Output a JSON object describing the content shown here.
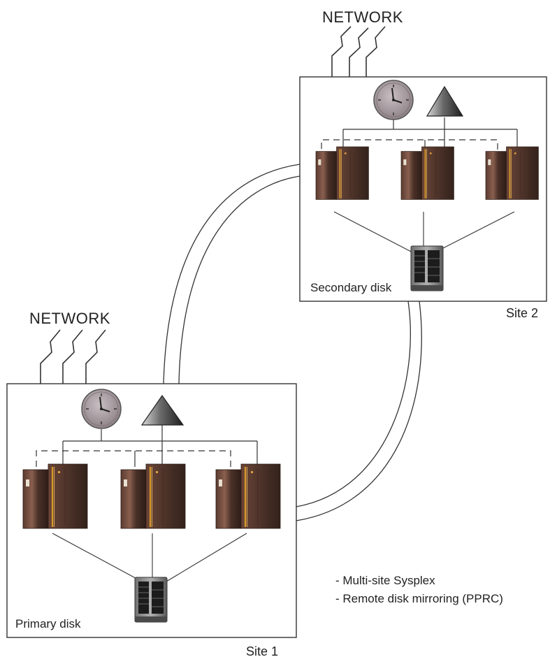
{
  "labels": {
    "network_top": "NETWORK",
    "network_left": "NETWORK",
    "site1": "Site 1",
    "site2": "Site 2",
    "primary_disk": "Primary disk",
    "secondary_disk": "Secondary disk"
  },
  "notes": [
    "- Multi-site Sysplex",
    "- Remote disk mirroring (PPRC)"
  ],
  "colors": {
    "server_dark": "#4a3128",
    "server_mid": "#7a5244",
    "server_edge": "#c8891c",
    "disk_body": "#8a8a8a",
    "clock_face": "#b3a8ac",
    "triangle": "#3a3a3a"
  }
}
